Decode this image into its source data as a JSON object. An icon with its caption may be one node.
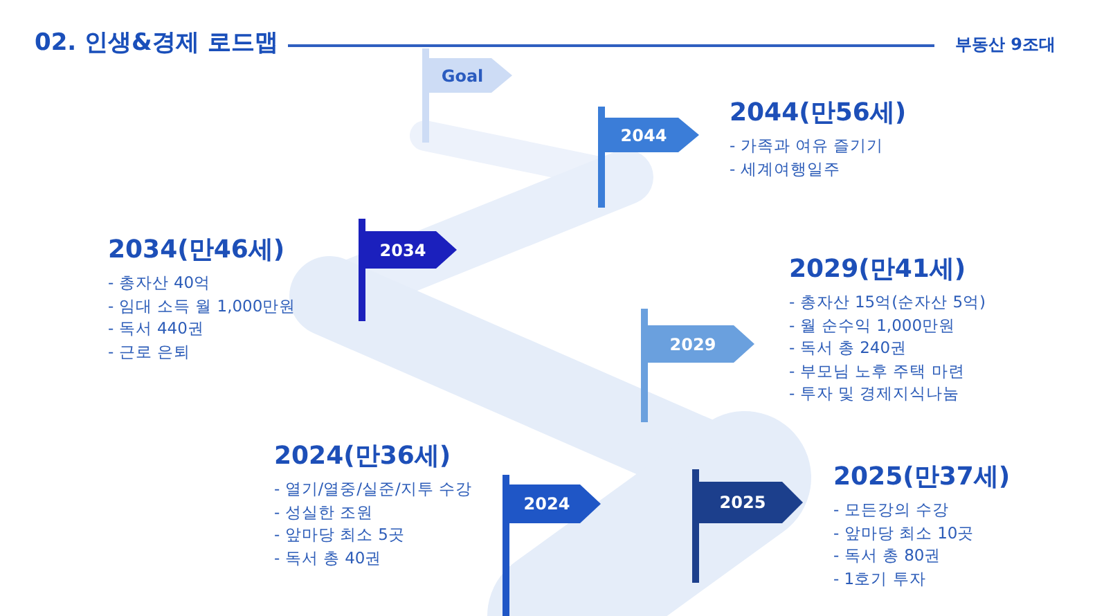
{
  "diagram": {
    "title": "02. 인생&경제 로드맵",
    "nodes": [
      {
        "text": [
          "Goal"
        ]
      },
      {
        "text": [
          "2044"
        ],
        "beside": [
          "2044(만56세)",
          "- 가족과 여유 즐기기",
          "- 세계여행일주"
        ]
      },
      {
        "text": [
          "2034"
        ],
        "beside": [
          "2034(만46세)",
          "- 총자산 40억",
          "- 임대 소득 월 1,000만원",
          "- 독서 440권",
          "- 근로 은퇴"
        ]
      },
      {
        "text": [
          "2029"
        ],
        "beside": [
          "2029(만41세)",
          "- 총자산 15억(순자산 5억)",
          "- 월 순수익 1,000만원",
          "- 독서 총 240권",
          "- 부모님 노후 주택 마련",
          "- 투자 및 경제지식나눔"
        ]
      },
      {
        "text": [
          "2024"
        ],
        "beside": [
          "2024(만36세)",
          "- 열기/열중/실준/지투 수강",
          "- 성실한 조원",
          "- 앞마당 최소 5곳",
          "- 독서 총 40권"
        ]
      },
      {
        "text": [
          "2025"
        ],
        "beside": [
          "2025(만37세)",
          "- 모든강의 수강",
          "- 앞마당 최소 10곳",
          "- 독서 총 80권",
          "- 1호기 투자"
        ]
      }
    ],
    "labels": [
      "부동산 9조대"
    ]
  }
}
